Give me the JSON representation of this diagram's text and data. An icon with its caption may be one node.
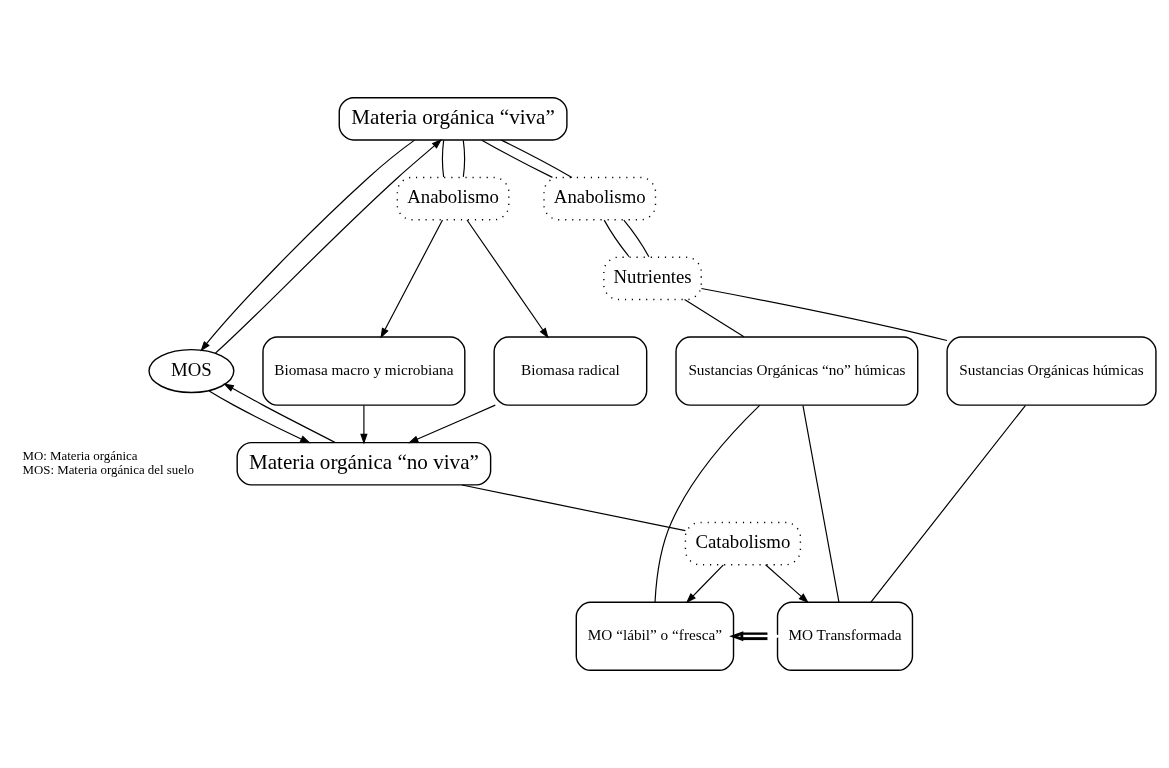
{
  "diagram": {
    "nodes": [
      {
        "text": [
          "Materia orgánica “viva”"
        ]
      },
      {
        "text": [
          "Anabolismo"
        ]
      },
      {
        "text": [
          "Anabolismo"
        ]
      },
      {
        "text": [
          "Nutrientes"
        ]
      },
      {
        "text": [
          "Biomasa macro y microbiana"
        ]
      },
      {
        "text": [
          "Biomasa radical"
        ]
      },
      {
        "text": [
          "MOS"
        ]
      },
      {
        "text": [
          "Sustancias Orgánicas húmicas"
        ]
      },
      {
        "text": [
          "Sustancias Orgánicas “no” húmicas"
        ]
      },
      {
        "text": [
          "MO Transformada"
        ]
      },
      {
        "text": [
          "MO “lábil” o “fresca”"
        ]
      },
      {
        "text": [
          "Catabolismo"
        ]
      },
      {
        "text": [
          "Materia orgánica “no viva”"
        ]
      }
    ],
    "edges": [
      {
        "from": 0,
        "to": 1,
        "arrow": "none"
      },
      {
        "from": 0,
        "to": 1,
        "arrow": "none"
      },
      {
        "from": 1,
        "to": 4,
        "arrow": "to"
      },
      {
        "from": 1,
        "to": 5,
        "arrow": "to"
      },
      {
        "from": 0,
        "to": 2,
        "arrow": "none"
      },
      {
        "from": 0,
        "to": 2,
        "arrow": "none"
      },
      {
        "from": 2,
        "to": 3,
        "arrow": "none"
      },
      {
        "from": 2,
        "to": 3,
        "arrow": "none"
      },
      {
        "from": 3,
        "to": 7,
        "arrow": "none"
      },
      {
        "from": 3,
        "to": 8,
        "arrow": "none"
      },
      {
        "from": 6,
        "to": 0,
        "arrow": "to"
      },
      {
        "from": 0,
        "to": 6,
        "arrow": "to"
      },
      {
        "from": 12,
        "to": 6,
        "arrow": "to"
      },
      {
        "from": 6,
        "to": 12,
        "arrow": "to"
      },
      {
        "from": 4,
        "to": 12,
        "arrow": "to"
      },
      {
        "from": 5,
        "to": 12,
        "arrow": "to"
      },
      {
        "from": 7,
        "to": 9,
        "arrow": "none"
      },
      {
        "from": 8,
        "to": 9,
        "arrow": "none"
      },
      {
        "from": 8,
        "to": 10,
        "arrow": "none"
      },
      {
        "from": 9,
        "to": 10,
        "arrow": "both",
        "style": "thick"
      },
      {
        "from": 12,
        "to": 11,
        "arrow": "none"
      },
      {
        "from": 11,
        "to": 9,
        "arrow": "to"
      },
      {
        "from": 11,
        "to": 10,
        "arrow": "to"
      }
    ],
    "labels": [
      "MO: Materia orgánica",
      "MOS: Materia orgánica del suelo"
    ]
  }
}
